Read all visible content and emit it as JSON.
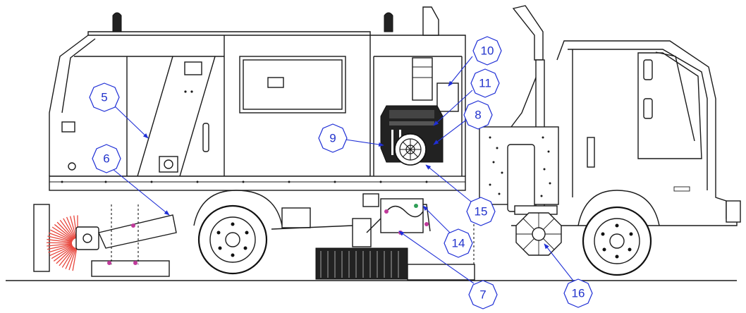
{
  "diagram": {
    "callouts": [
      {
        "id": "5",
        "label": "5"
      },
      {
        "id": "6",
        "label": "6"
      },
      {
        "id": "7",
        "label": "7"
      },
      {
        "id": "8",
        "label": "8"
      },
      {
        "id": "9",
        "label": "9"
      },
      {
        "id": "10",
        "label": "10"
      },
      {
        "id": "11",
        "label": "11"
      },
      {
        "id": "14",
        "label": "14"
      },
      {
        "id": "15",
        "label": "15"
      },
      {
        "id": "16",
        "label": "16"
      }
    ],
    "colors": {
      "callout": "#1f2fd6",
      "line_art": "#1a1a1a",
      "side_broom_bristles": "#e8463c",
      "accent_magenta": "#c03a9b",
      "accent_green": "#2f9e57"
    }
  }
}
